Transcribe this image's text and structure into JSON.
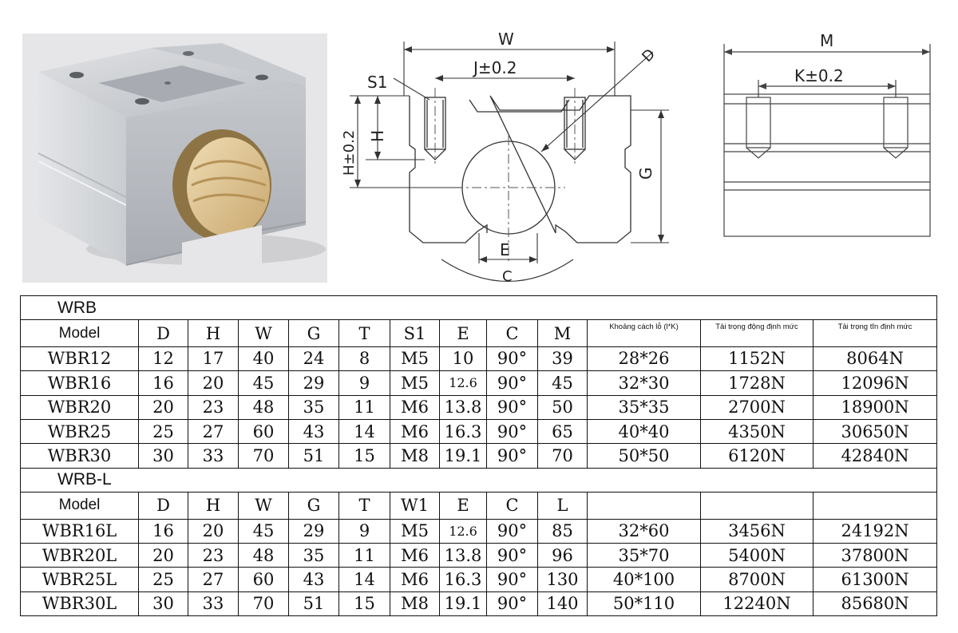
{
  "drawing": {
    "front": {
      "W": "W",
      "J": "J±0.2",
      "D": "D",
      "S1": "S1",
      "H_tol": "H±0.2",
      "H": "H",
      "G": "G",
      "E": "E",
      "C": "C"
    },
    "side": {
      "M": "M",
      "K": "K±0.2"
    }
  },
  "sections": [
    {
      "title": "WRB",
      "headers": [
        "Model",
        "D",
        "H",
        "W",
        "G",
        "T",
        "S1",
        "E",
        "C",
        "M",
        "Khoảng cách lỗ (l*K)",
        "Tải trọng động định mức",
        "Tải trọng tĩn định mức"
      ],
      "rows": [
        [
          "WBR12",
          "12",
          "17",
          "40",
          "24",
          "8",
          "M5",
          "10",
          "90°",
          "39",
          "28*26",
          "1152N",
          "8064N"
        ],
        [
          "WBR16",
          "16",
          "20",
          "45",
          "29",
          "9",
          "M5",
          "12.6",
          "90°",
          "45",
          "32*30",
          "1728N",
          "12096N"
        ],
        [
          "WBR20",
          "20",
          "23",
          "48",
          "35",
          "11",
          "M6",
          "13.8",
          "90°",
          "50",
          "35*35",
          "2700N",
          "18900N"
        ],
        [
          "WBR25",
          "25",
          "27",
          "60",
          "43",
          "14",
          "M6",
          "16.3",
          "90°",
          "65",
          "40*40",
          "4350N",
          "30650N"
        ],
        [
          "WBR30",
          "30",
          "33",
          "70",
          "51",
          "15",
          "M8",
          "19.1",
          "90°",
          "70",
          "50*50",
          "6120N",
          "42840N"
        ]
      ]
    },
    {
      "title": "WRB-L",
      "headers": [
        "Model",
        "D",
        "H",
        "W",
        "G",
        "T",
        "W1",
        "E",
        "C",
        "L",
        "",
        "",
        ""
      ],
      "rows": [
        [
          "WBR16L",
          "16",
          "20",
          "45",
          "29",
          "9",
          "M5",
          "12.6",
          "90°",
          "85",
          "32*60",
          "3456N",
          "24192N"
        ],
        [
          "WBR20L",
          "20",
          "23",
          "48",
          "35",
          "11",
          "M6",
          "13.8",
          "90°",
          "96",
          "35*70",
          "5400N",
          "37800N"
        ],
        [
          "WBR25L",
          "25",
          "27",
          "60",
          "43",
          "14",
          "M6",
          "16.3",
          "90°",
          "130",
          "40*100",
          "8700N",
          "61300N"
        ],
        [
          "WBR30L",
          "30",
          "33",
          "70",
          "51",
          "15",
          "M8",
          "19.1",
          "90°",
          "140",
          "50*110",
          "12240N",
          "85680N"
        ]
      ]
    }
  ]
}
